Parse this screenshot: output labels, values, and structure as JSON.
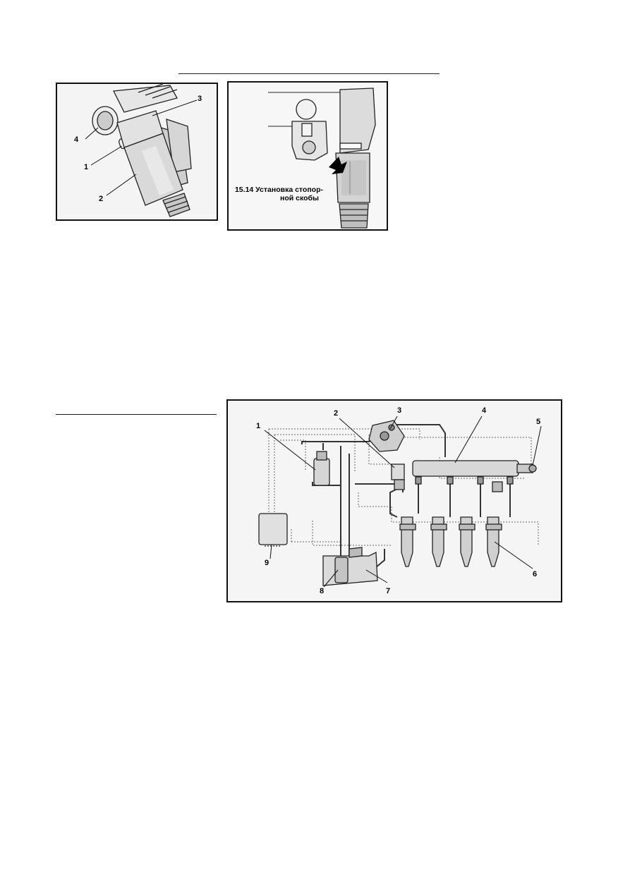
{
  "figure_1": {
    "callouts": [
      "1",
      "2",
      "3",
      "4"
    ]
  },
  "figure_2": {
    "caption_line1": "15.14 Установка стопор-",
    "caption_line2": "ной скобы"
  },
  "figure_3": {
    "callouts": [
      "1",
      "2",
      "3",
      "4",
      "5",
      "6",
      "7",
      "8",
      "9"
    ]
  }
}
